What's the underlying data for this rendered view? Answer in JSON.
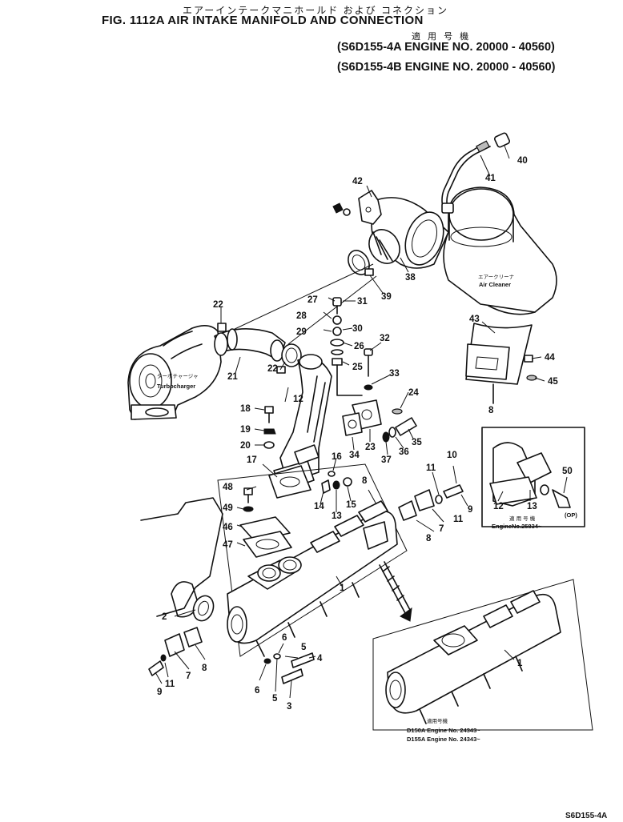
{
  "header": {
    "jp_title": "エアーインテークマニホールド および コネクション",
    "fig_title": "FIG. 1112A AIR INTAKE MANIFOLD AND CONNECTION",
    "applic_label": "適 用 号 機",
    "applic_lines": [
      "(S6D155-4A  ENGINE NO. 20000 - 40560)",
      "(S6D155-4B  ENGINE NO. 20000 - 40560)"
    ]
  },
  "labels": {
    "turbocharger_jp": "ターボチャージャ",
    "turbocharger": "Turbocharger",
    "air_cleaner_jp": "エアークリーナ",
    "air_cleaner": "Air Cleaner",
    "inset_applic_jp": "適 用 号 機",
    "inset_engine": "EngineNo.25834~",
    "op": "(OP)",
    "bottom_applic_jp": "適用号機",
    "bottom_line1": "D150A  Engine No. 24343~",
    "bottom_line2": "D155A  Engine No. 24343~"
  },
  "part_numbers": [
    "1",
    "2",
    "3",
    "4",
    "5",
    "6",
    "7",
    "8",
    "9",
    "10",
    "11",
    "12",
    "13",
    "14",
    "15",
    "16",
    "17",
    "18",
    "19",
    "20",
    "21",
    "22",
    "23",
    "24",
    "25",
    "26",
    "27",
    "28",
    "29",
    "30",
    "31",
    "32",
    "33",
    "34",
    "35",
    "36",
    "37",
    "38",
    "39",
    "40",
    "41",
    "42",
    "43",
    "44",
    "45",
    "46",
    "47",
    "48",
    "49",
    "50"
  ],
  "footer": "S6D155-4A"
}
